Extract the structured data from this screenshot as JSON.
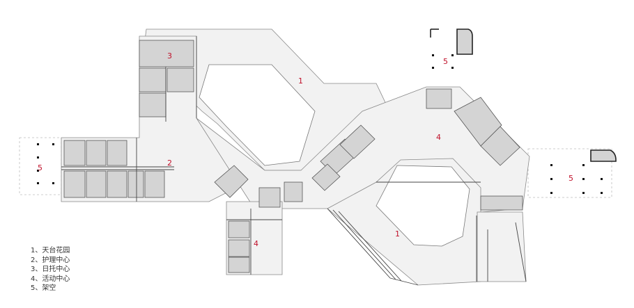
{
  "plan": {
    "zone_numbers": {
      "roof_garden_a": "1",
      "roof_garden_b": "1",
      "care_center": "2",
      "day_care": "3",
      "activity_north": "4",
      "activity_south": "4",
      "overhead_west": "5",
      "overhead_north": "5",
      "overhead_east": "5"
    },
    "colors": {
      "floor": "#f2f2f2",
      "room_fill": "#d4d4d4",
      "wall": "#555555",
      "number": "#c0102a",
      "background": "#ffffff"
    }
  },
  "legend": {
    "items": [
      "1、天台花园",
      "2、护理中心",
      "3、日托中心",
      "4、活动中心",
      "5、架空"
    ]
  }
}
